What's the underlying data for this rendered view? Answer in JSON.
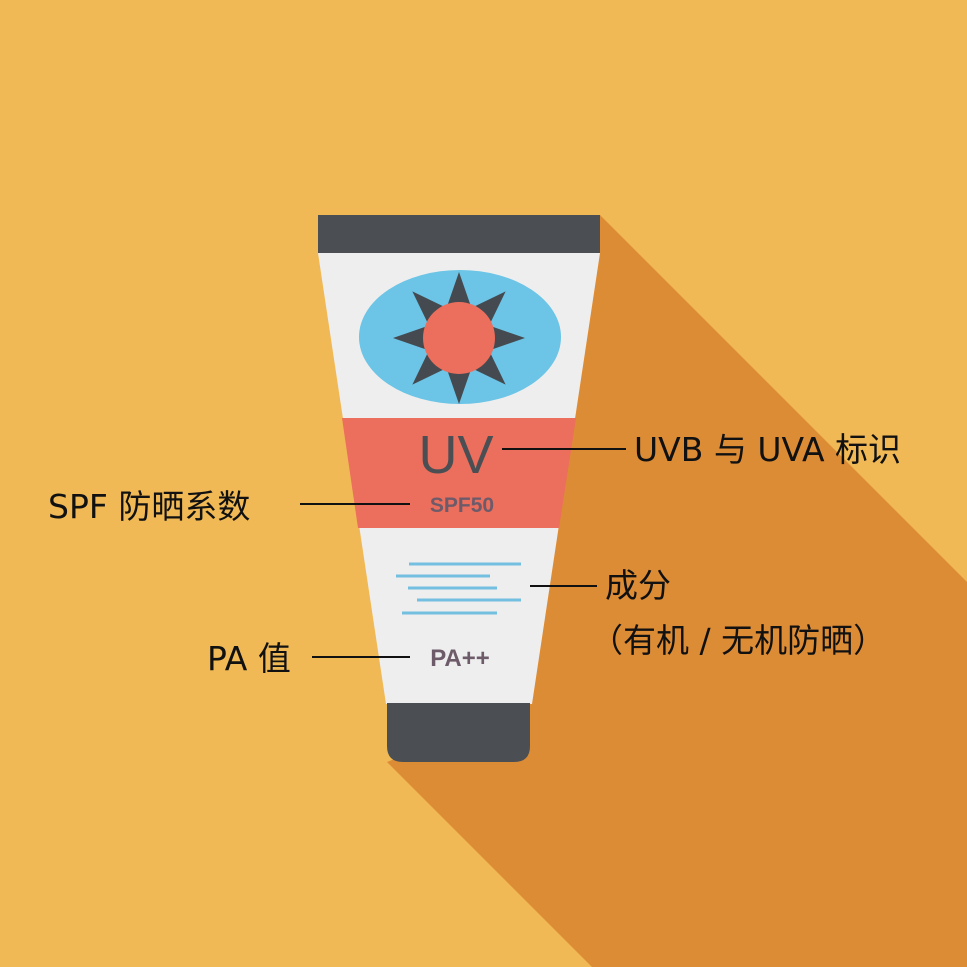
{
  "colors": {
    "background": "#f0b955",
    "shadow": "#dd8c36",
    "cap": "#4b4f53",
    "body": "#eeeeee",
    "band": "#ec6e5c",
    "lens": "#6cc4e6",
    "sun": "#ec6e5c",
    "ray": "#444a50",
    "text_lines": "#72bfe0",
    "print_text": "#6e5b6a"
  },
  "tube": {
    "uv_text": "UV",
    "spf_text": "SPF50",
    "pa_text": "PA++"
  },
  "labels": {
    "uv_label": "UVB 与 UVA 标识",
    "spf_label": "SPF 防晒系数",
    "ingredients_label": "成分",
    "ingredients_sub": "（有机 / 无机防晒）",
    "pa_label": "PA 值"
  }
}
